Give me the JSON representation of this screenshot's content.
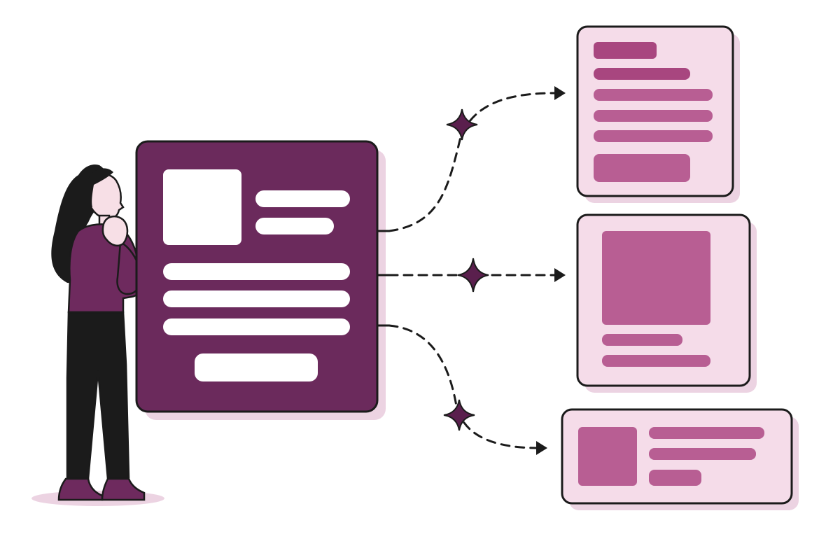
{
  "colors": {
    "background": "#ffffff",
    "source_card": "#6b2a5c",
    "source_content": "#ffffff",
    "variant_card": "#f5dce9",
    "variant_content_dark": "#a8467f",
    "variant_content": "#b85e93",
    "outline": "#1b1b1b",
    "card_shadow": "#ecd3e2",
    "sparkle": "#5a1f4d",
    "person_top": "#6e2a5e",
    "person_pants": "#1b1b1b",
    "person_hair": "#1b1b1b",
    "person_skin": "#f7dfe6",
    "person_shoes": "#6e2a5e"
  },
  "icons": [
    "person-figure",
    "sparkle-icon",
    "arrow-right-icon"
  ],
  "variants": [
    "list-layout",
    "image-layout",
    "horizontal-layout"
  ]
}
